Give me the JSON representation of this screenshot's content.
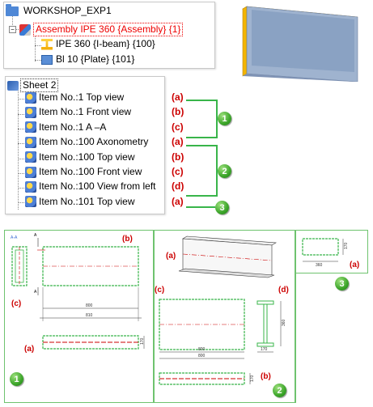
{
  "structure_tree": {
    "root_label": "WORKSHOP_EXP1",
    "assembly_label": "Assembly IPE 360 {Assembly} {1}",
    "children": [
      {
        "label": "IPE 360 {I-beam} {100}"
      },
      {
        "label": "Bl 10 {Plate} {101}"
      }
    ]
  },
  "sheet_tree": {
    "sheet_label": "Sheet 2",
    "items": [
      {
        "label": "Item No.:1 Top view",
        "letter": "(a)"
      },
      {
        "label": "Item No.:1 Front view",
        "letter": "(b)"
      },
      {
        "label": "Item No.:1 A –A",
        "letter": "(c)"
      },
      {
        "label": "Item No.:100 Axonometry",
        "letter": "(a)"
      },
      {
        "label": "Item No.:100 Top view",
        "letter": "(b)"
      },
      {
        "label": "Item No.:100 Front view",
        "letter": "(c)"
      },
      {
        "label": "Item No.:100 View from left",
        "letter": "(d)"
      },
      {
        "label": "Item No.:101 Top view",
        "letter": "(a)"
      }
    ],
    "badges": [
      "1",
      "2",
      "3"
    ]
  },
  "drawing": {
    "panel1": {
      "section_label": "A-A",
      "marker_a": "A",
      "labels": [
        "(b)",
        "(c)",
        "(a)"
      ],
      "dims": [
        "800",
        "810",
        "170"
      ],
      "badge": "1"
    },
    "panel2": {
      "labels": [
        "(a)",
        "(c)",
        "(d)",
        "(b)"
      ],
      "dims": [
        "800",
        "800",
        "360",
        "170",
        "170"
      ],
      "badge": "2"
    },
    "panel3": {
      "labels": [
        "(a)"
      ],
      "dims": [
        "170",
        "360"
      ],
      "badge": "3"
    }
  },
  "colors": {
    "accent_green": "#39b54a",
    "annotation_red": "#cc0000",
    "beam_blue": "#8fa7c7"
  }
}
